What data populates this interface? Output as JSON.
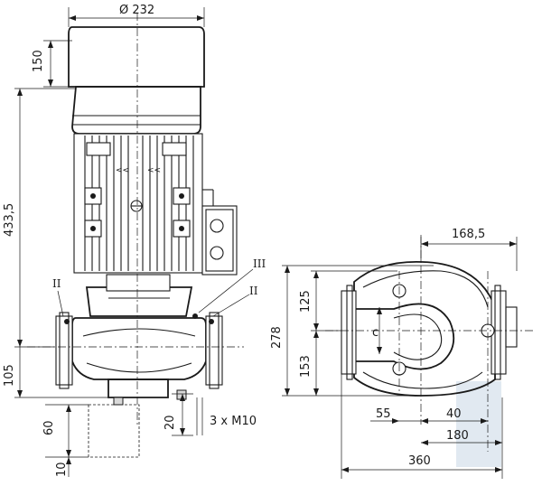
{
  "dimensions": {
    "motor_diameter": "Ø 232",
    "fan_clearance": "150",
    "overall_height": "433,5",
    "flange_height": "105",
    "foot_height": "60",
    "base_thickness": "10",
    "foot_depth": "20",
    "bolts": "3 x M10",
    "top_width": "168,5",
    "body_height": "278",
    "upper_offset": "125",
    "lower_offset": "153",
    "side_offset": "55",
    "center_offset": "40",
    "half_length": "180",
    "overall_length": "360",
    "center_label": "c"
  },
  "labels": {
    "roman_two_left": "II",
    "roman_two_right": "II",
    "roman_three": "III"
  },
  "colors": {
    "line": "#1a1a1a",
    "watermark": "#c9d7e6"
  }
}
